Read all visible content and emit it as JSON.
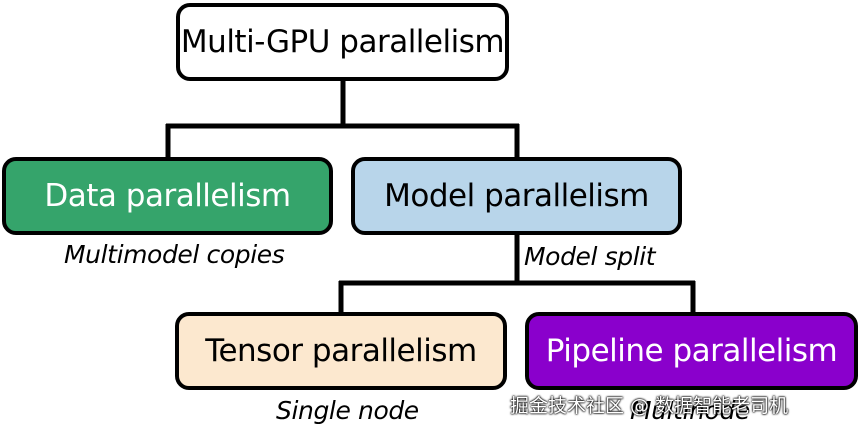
{
  "diagram": {
    "root": {
      "label": "Multi-GPU parallelism",
      "fill": "#ffffff",
      "text_color": "#000000"
    },
    "data_parallelism": {
      "label": "Data parallelism",
      "caption": "Multimodel copies",
      "fill": "#35a46b",
      "text_color": "#ffffff"
    },
    "model_parallelism": {
      "label": "Model parallelism",
      "caption": "Model split",
      "fill": "#b8d5ea",
      "text_color": "#000000"
    },
    "tensor_parallelism": {
      "label": "Tensor parallelism",
      "caption": "Single node",
      "fill": "#fce8cf",
      "text_color": "#000000"
    },
    "pipeline_parallelism": {
      "label": "Pipeline parallelism",
      "caption": "Multinode",
      "fill": "#8a00cc",
      "text_color": "#ffffff"
    },
    "connector_color": "#000000"
  },
  "watermark": "掘金技术社区 @ 数据智能老司机"
}
